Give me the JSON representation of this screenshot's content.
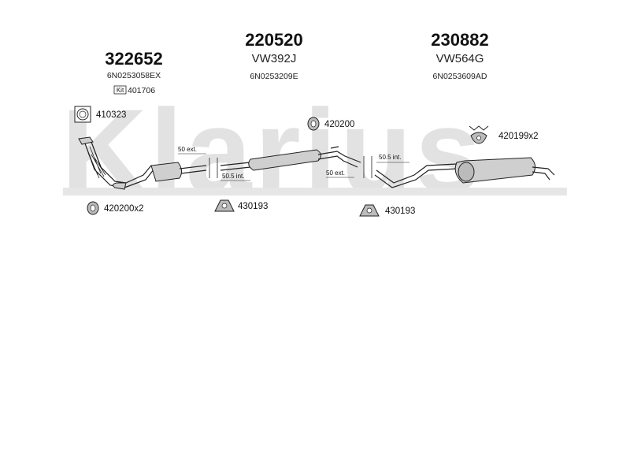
{
  "watermark": "Klarius",
  "assemblies": [
    {
      "part_number": "322652",
      "code": "",
      "oem": "6N0253058EX",
      "kit_label": "Kit",
      "kit_number": "401706"
    },
    {
      "part_number": "220520",
      "code": "VW392J",
      "oem": "6N0253209E"
    },
    {
      "part_number": "230882",
      "code": "VW564G",
      "oem": "6N0253609AD"
    }
  ],
  "fittings": {
    "gasket_410323": "410323",
    "clamp_420200": "420200",
    "hanger_420199": "420199x2",
    "clamp_420200x2": "420200x2",
    "mount_430193_a": "430193",
    "mount_430193_b": "430193"
  },
  "dimensions": {
    "ext_1": "50 ext.",
    "int_1": "50.5 int.",
    "ext_2": "50 ext.",
    "int_2": "50.5 int."
  }
}
